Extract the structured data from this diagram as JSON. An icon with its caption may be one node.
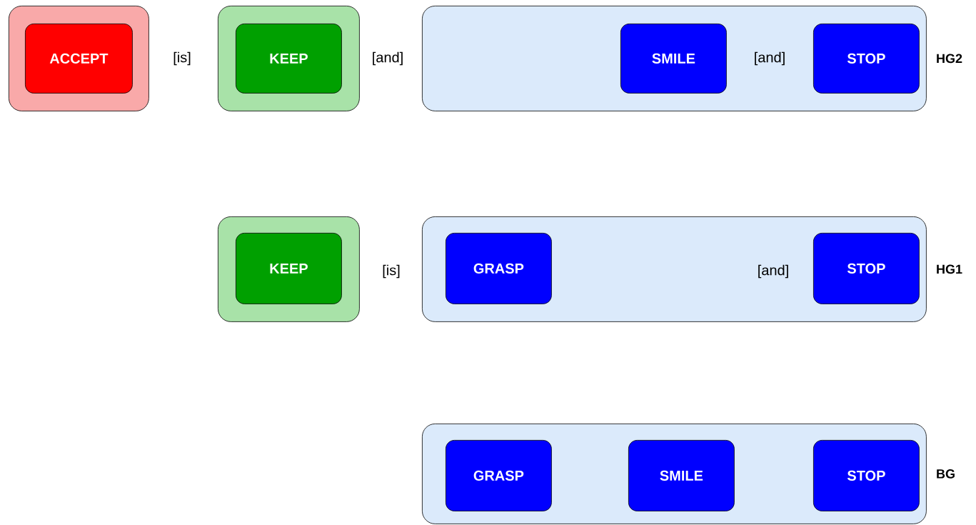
{
  "diagram": {
    "nodes": [
      {
        "text": [],
        "shape": "box"
      },
      {
        "text": [
          "ACCEPT"
        ],
        "in": 0
      },
      {
        "text": [],
        "shape": "box"
      },
      {
        "text": [
          "KEEP"
        ],
        "in": 2
      },
      {
        "text": [
          "HG2"
        ]
      },
      {
        "text": [
          "SMILE"
        ],
        "in": 4
      },
      {
        "text": [
          "STOP"
        ],
        "in": 4
      },
      {
        "text": [],
        "shape": "box"
      },
      {
        "text": [
          "KEEP"
        ],
        "in": 7
      },
      {
        "text": [
          "HG1"
        ]
      },
      {
        "text": [
          "GRASP"
        ],
        "in": 9
      },
      {
        "text": [
          "STOP"
        ],
        "in": 9
      },
      {
        "text": [
          "BG"
        ]
      },
      {
        "text": [
          "GRASP"
        ],
        "in": 12
      },
      {
        "text": [
          "SMILE"
        ],
        "in": 12
      },
      {
        "text": [
          "STOP"
        ],
        "in": 12
      }
    ],
    "labels": [
      "[is]",
      "[and]",
      "[and]",
      "[is]",
      "[and]"
    ]
  }
}
